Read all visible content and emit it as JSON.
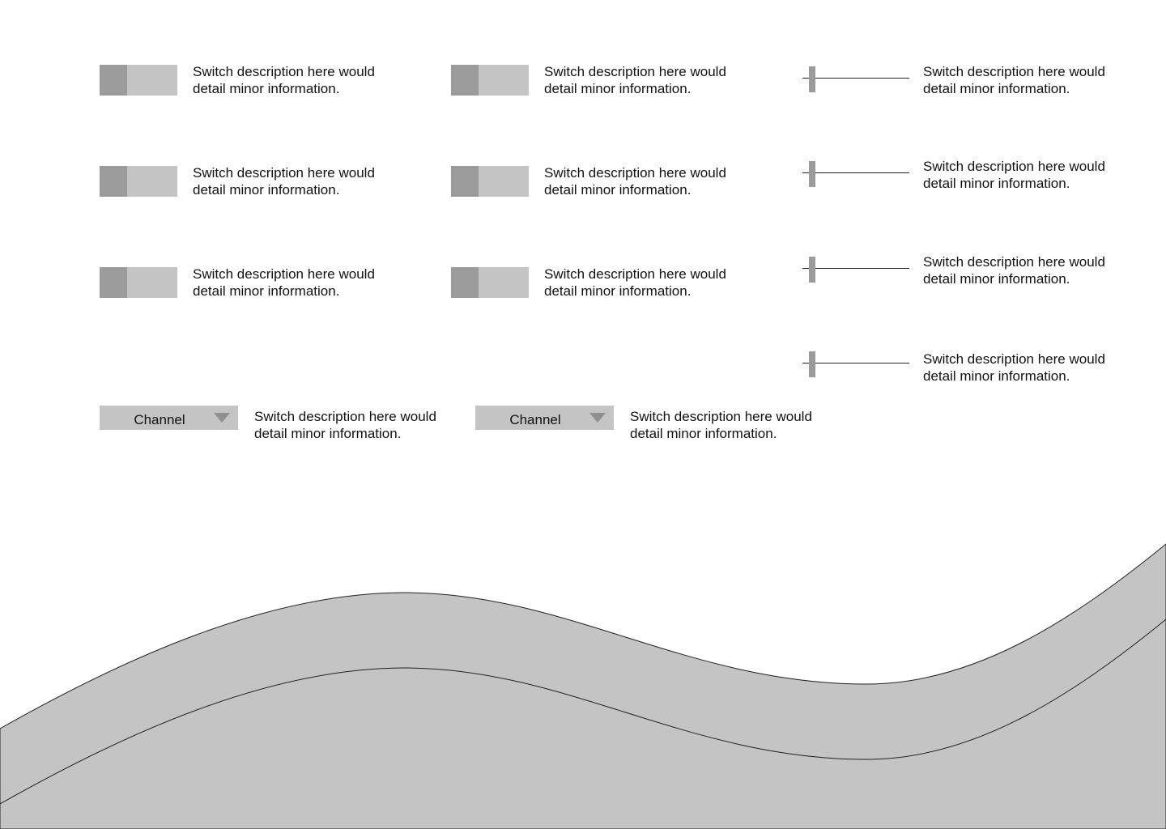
{
  "colors": {
    "switch_track": "#c4c4c4",
    "switch_knob": "#9b9b9b",
    "slider_thumb": "#9b9b9b",
    "wave_fill": "#c4c4c4"
  },
  "switches": {
    "col1": [
      {
        "description": "Switch description here would detail minor information."
      },
      {
        "description": "Switch description here would detail minor information."
      },
      {
        "description": "Switch description here would detail minor information."
      }
    ],
    "col2": [
      {
        "description": "Switch description here would detail minor information."
      },
      {
        "description": "Switch description here would detail minor information."
      },
      {
        "description": "Switch description here would detail minor information."
      }
    ]
  },
  "sliders": [
    {
      "description": "Switch description here would detail minor information."
    },
    {
      "description": "Switch description here would detail minor information."
    },
    {
      "description": "Switch description here would detail minor information."
    },
    {
      "description": "Switch description here would detail minor information."
    }
  ],
  "selects": [
    {
      "value": "Channel",
      "description": "Switch description here would detail minor information."
    },
    {
      "value": "Channel",
      "description": "Switch description here would detail minor information."
    }
  ]
}
